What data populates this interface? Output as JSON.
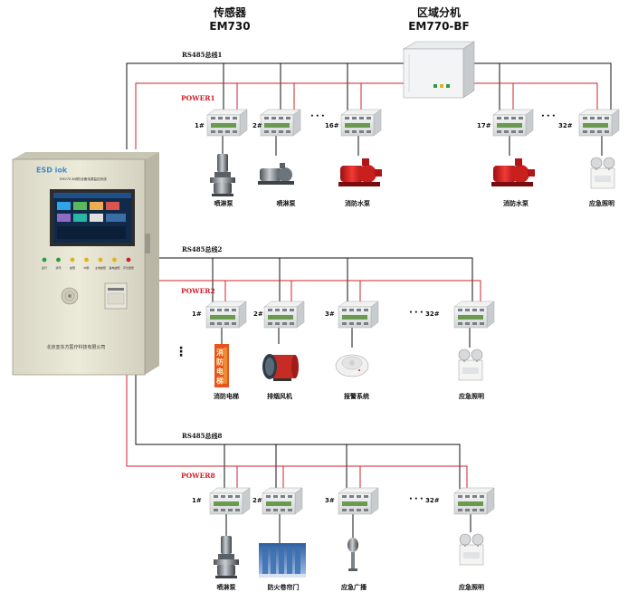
{
  "headers": {
    "sensor_title": "传感器",
    "sensor_model": "EM730",
    "zone_title": "区域分机",
    "zone_model": "EM770-BF"
  },
  "cabinet": {
    "logo": "ESD iok",
    "panel_title": "EM270-B消防设备电源监控系统",
    "company": "北京亚东方医疗科技有限公司",
    "indicators": [
      "运行",
      "通讯",
      "故障",
      "中断",
      "主电故障",
      "备电故障",
      "声光报警"
    ]
  },
  "colors": {
    "bus": "#111111",
    "power": "#d0202a",
    "module": "#e6e8e9",
    "module_accent": "#6a9a4e"
  },
  "groups": [
    {
      "bus_label": "RS485总线1",
      "power_label": "POWER1",
      "modules": [
        {
          "num": "1#",
          "device": "喷淋泵",
          "icon": "vertical-pump-icon"
        },
        {
          "num": "2#",
          "device": "喷淋泵",
          "icon": "horizontal-pump-icon"
        },
        {
          "num": "16#",
          "device": "消防水泵",
          "icon": "fire-water-pump-icon"
        },
        {
          "num": "17#",
          "device": "消防水泵",
          "icon": "fire-water-pump-icon"
        },
        {
          "num": "32#",
          "device": "应急照明",
          "icon": "emergency-light-icon"
        }
      ],
      "ellipses": [
        "• • •",
        "• • •"
      ]
    },
    {
      "bus_label": "RS485总线2",
      "power_label": "POWER2",
      "modules": [
        {
          "num": "1#",
          "device": "消防电梯",
          "icon": "fire-elevator-sign-icon"
        },
        {
          "num": "2#",
          "device": "排烟风机",
          "icon": "smoke-exhaust-fan-icon"
        },
        {
          "num": "3#",
          "device": "报警系统",
          "icon": "smoke-detector-icon"
        },
        {
          "num": "32#",
          "device": "应急照明",
          "icon": "emergency-light-icon"
        }
      ],
      "ellipses": [
        "• • •"
      ]
    },
    {
      "bus_label": "RS485总线8",
      "power_label": "POWER8",
      "modules": [
        {
          "num": "1#",
          "device": "喷淋泵",
          "icon": "vertical-pump-icon"
        },
        {
          "num": "2#",
          "device": "防火卷帘门",
          "icon": "fire-shutter-door-icon"
        },
        {
          "num": "3#",
          "device": "应急广播",
          "icon": "microphone-icon"
        },
        {
          "num": "32#",
          "device": "应急照明",
          "icon": "emergency-light-icon"
        }
      ],
      "ellipses": [
        "• • •"
      ]
    }
  ],
  "elevator_sign_text": "消防电梯",
  "vertical_dots": "⋮"
}
